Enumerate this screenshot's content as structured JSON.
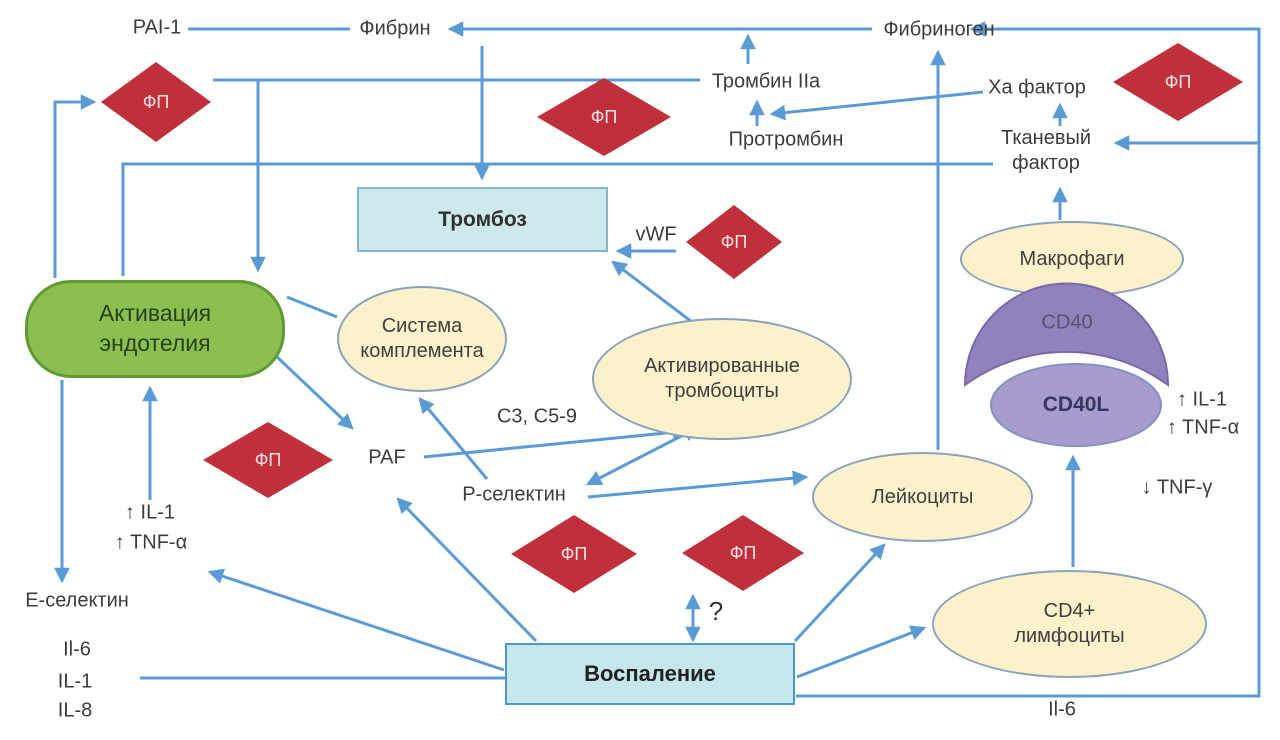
{
  "labels": {
    "pai1": "PAI-1",
    "fibrin": "Фибрин",
    "fibrinogen": "Фибриноген",
    "thrombin": "Тромбин IIa",
    "prothrombin": "Протромбин",
    "xa_factor": "Ха фактор",
    "tissue_factor": "Тканевый\nфактор",
    "fp": "ФП",
    "thrombosis": "Тромбоз",
    "vwf": "vWF",
    "endothelial_activation": "Активация\nэндотелия",
    "complement_system": "Система\nкомплемента",
    "activated_platelets": "Активированные\nтромбоциты",
    "c3_c59": "C3, C5-9",
    "paf": "PAF",
    "p_selectin": "Р-селектин",
    "leukocytes": "Лейкоциты",
    "macrophages": "Макрофаги",
    "cd40": "CD40",
    "cd40l": "CD40L",
    "il1_up_right": "↑ IL-1",
    "tnfa_up_right": "↑ TNF-α",
    "tnfg_down": "↓ TNF-γ",
    "cd4_lymphocytes": "CD4+\nлимфоциты",
    "inflammation": "Воспаление",
    "question_mark": "?",
    "il1_up_left": "↑ IL-1",
    "tnfa_up_left": "↑ TNF-α",
    "e_selectin": "Е-селектин",
    "il6_left": "Il-6",
    "il1_left": "IL-1",
    "il8_left": "IL-8",
    "il6_bottom": "Il-6"
  },
  "colors": {
    "arrow_blue": "#5b9bd5",
    "diamond_red": "#c0303a",
    "ellipse_yellow": "#fbf1cb",
    "box_teal": "#cde9eb",
    "box_green": "#8cbf4f",
    "dome_purple": "#9181bd",
    "cd40l_purple": "#a89ccf"
  }
}
